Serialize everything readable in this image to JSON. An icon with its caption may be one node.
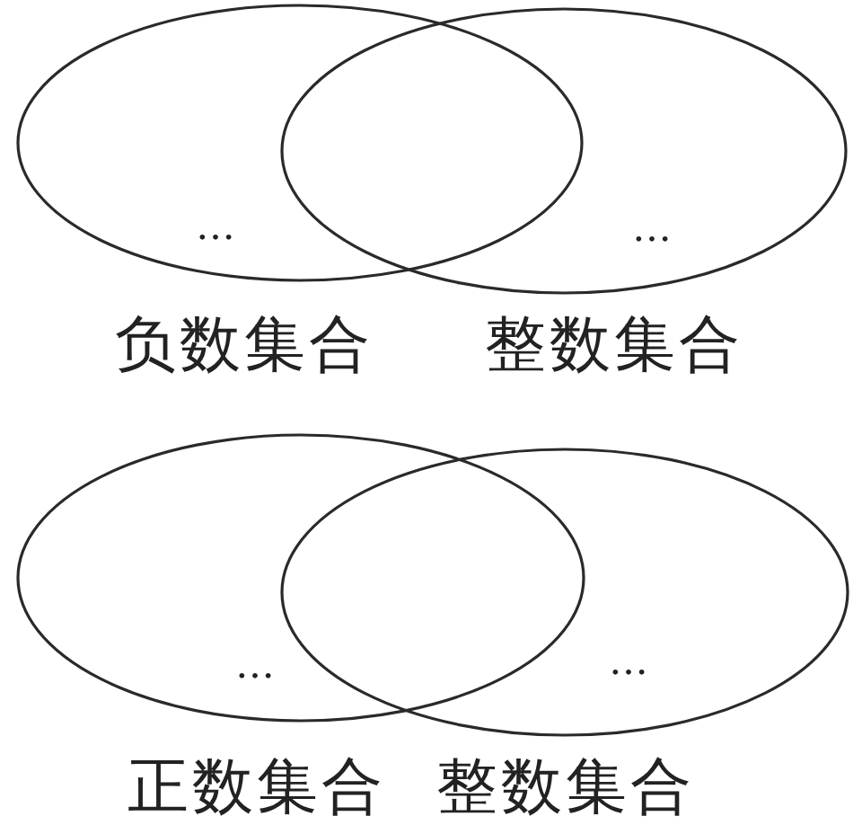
{
  "diagram": {
    "nodes": [
      {
        "text": [
          "…"
        ],
        "beside": [
          "负数集合"
        ]
      },
      {
        "text": [
          "…"
        ],
        "beside": [
          "整数集合"
        ]
      },
      {
        "text": [
          "…"
        ],
        "beside": [
          "正数集合"
        ]
      },
      {
        "text": [
          "…"
        ],
        "beside": [
          "整数集合"
        ]
      }
    ],
    "edges": []
  }
}
